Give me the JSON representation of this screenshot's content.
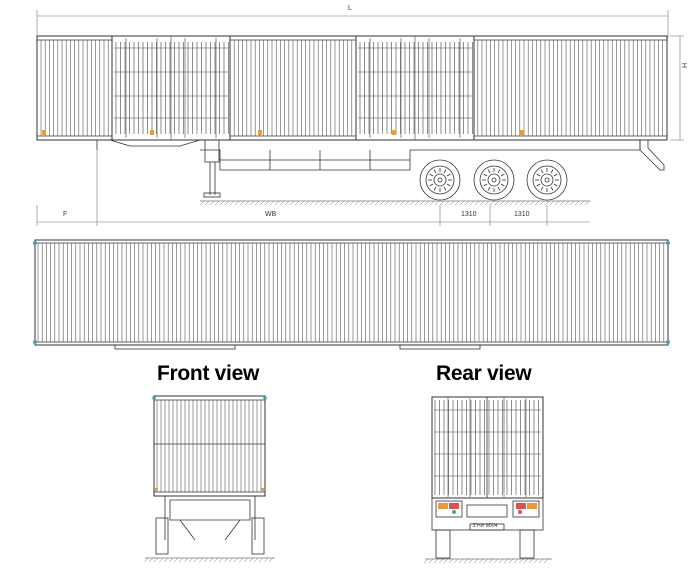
{
  "dimensions": {
    "length": "L",
    "height": "H",
    "front_overhang": "F",
    "wheelbase": "WB",
    "axle_spacing_1": "1310",
    "axle_spacing_2": "1310"
  },
  "views": {
    "front": "Front view",
    "rear": "Rear view"
  },
  "rear_plate_text": "ΣΥΦΙ ΜΧ/4",
  "colors": {
    "line": "#333333",
    "light_line": "#777777",
    "marker_orange": "#e89a3c",
    "reflector_red": "#d9534f",
    "corner_teal": "#49a0b5"
  }
}
